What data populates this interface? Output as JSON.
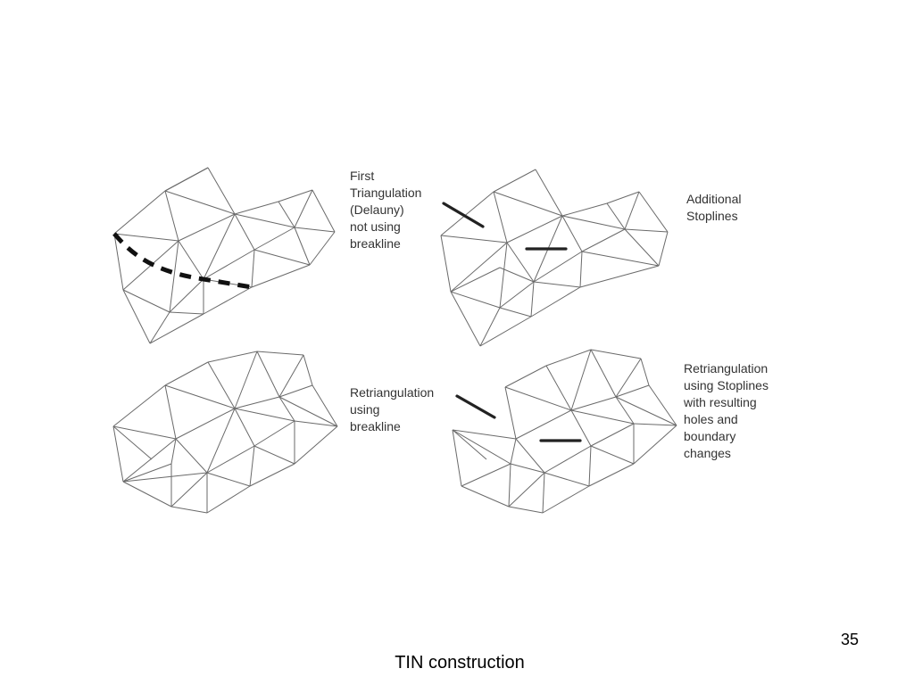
{
  "labels": {
    "first_triangulation": [
      "First",
      "Triangulation",
      "(Delauny)",
      "not using",
      "breakline"
    ],
    "additional_stoplines": [
      "Additional",
      "Stoplines"
    ],
    "retriangulation_breakline": [
      "Retriangulation",
      "using",
      "breakline"
    ],
    "retriangulation_stoplines": [
      "Retriangulation",
      "using Stoplines",
      "with resulting",
      "holes and",
      "boundary",
      "changes"
    ]
  },
  "slide_number": "35",
  "slide_title": "TIN construction",
  "colors": {
    "mesh": "#6a6a6a",
    "markers": "#222222",
    "text": "#333333"
  }
}
